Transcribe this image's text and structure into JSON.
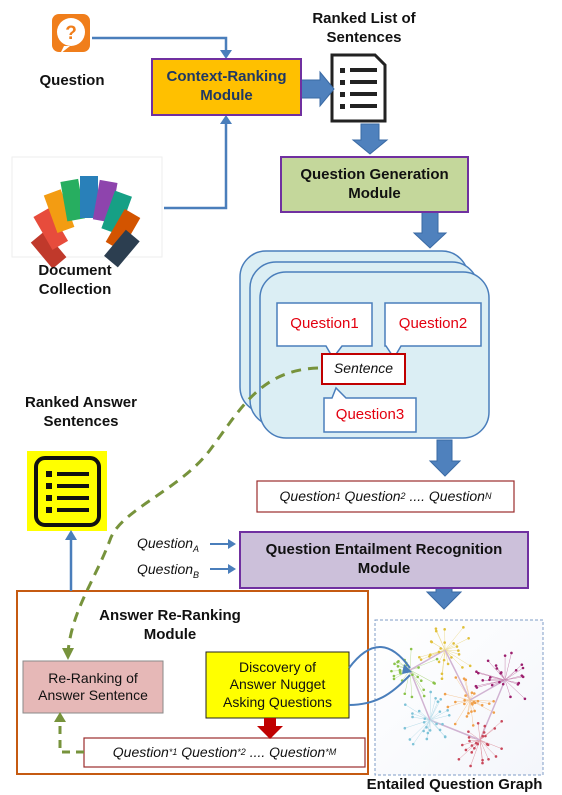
{
  "inputs": {
    "question_label": "Question",
    "document_label_1": "Document",
    "document_label_2": "Collection"
  },
  "modules": {
    "context_ranking_1": "Context-Ranking",
    "context_ranking_2": "Module",
    "question_generation_1": "Question Generation",
    "question_generation_2": "Module",
    "entailment_1": "Question Entailment Recognition",
    "entailment_2": "Module",
    "rerank_module_1": "Answer Re-Ranking",
    "rerank_module_2": "Module"
  },
  "outputs": {
    "ranked_list_1": "Ranked List of",
    "ranked_list_2": "Sentences",
    "ranked_answers_1": "Ranked Answer",
    "ranked_answers_2": "Sentences",
    "graph_label": "Entailed Question Graph"
  },
  "question_cards": {
    "q1": "Question1",
    "q2": "Question2",
    "q3": "Question3",
    "sentence": "Sentence"
  },
  "sequences": {
    "generated": {
      "prefix": "Question",
      "first": "1",
      "second": "2",
      "dots": "....",
      "last": "N"
    },
    "entailment_inputs": {
      "prefix": "Question",
      "a": "A",
      "b": "B"
    },
    "reranked": {
      "prefix": "Question",
      "star": "*",
      "first": "1",
      "second": "2",
      "dots": "....",
      "last": "M"
    }
  },
  "rerank_steps": {
    "rerank_1": "Re-Ranking of",
    "rerank_2": "Answer Sentence",
    "discovery_1": "Discovery of",
    "discovery_2": "Answer Nugget",
    "discovery_3": "Asking Questions"
  },
  "colors": {
    "connector": "#4a7ebb",
    "arrow_fill": "#4f81bd",
    "context_box_fill": "#ffc000",
    "context_box_border": "#7030a0",
    "qgen_box_fill": "#c4d79b",
    "entail_box_fill": "#ccc0da",
    "rerank_outer_border": "#c55a11",
    "rerank_inner_fill": "#e6b8b7",
    "discovery_fill": "#ffff00",
    "ranked_answers_fill": "#ffff00",
    "card_fill": "#dbeef4",
    "dashed_path": "#77933c",
    "red_arrow": "#c00000"
  }
}
